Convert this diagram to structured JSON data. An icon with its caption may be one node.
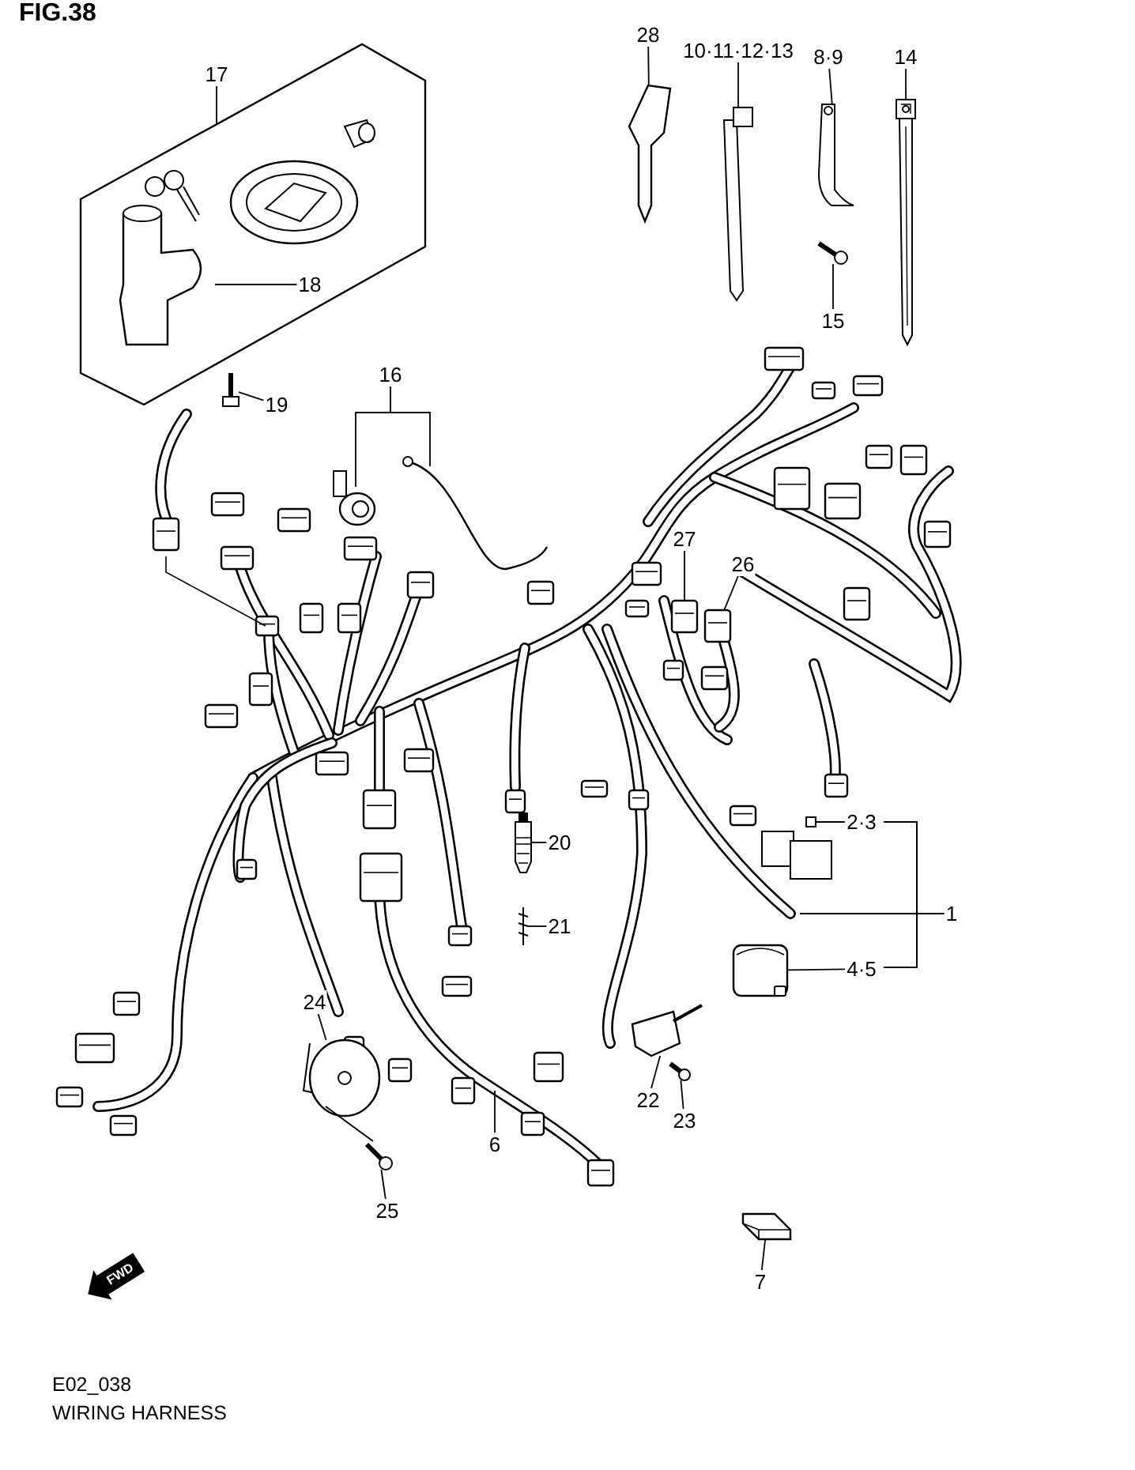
{
  "diagram": {
    "title": "FIG.38",
    "caption": "WIRING HARNESS",
    "nodes": [
      {
        "text": [
          "17"
        ]
      },
      {
        "text": [],
        "shape": "box"
      },
      {
        "text": [
          "18"
        ],
        "in": 1
      },
      {
        "text": [
          "19"
        ]
      },
      {
        "text": [
          "16"
        ]
      },
      {
        "text": [
          "28"
        ]
      },
      {
        "text": [
          "10·11·12·13"
        ]
      },
      {
        "text": [
          "8·9"
        ]
      },
      {
        "text": [
          "14"
        ]
      },
      {
        "text": [
          "15"
        ]
      },
      {
        "text": [
          "27"
        ]
      },
      {
        "text": [
          "26"
        ]
      },
      {
        "text": [
          "20"
        ]
      },
      {
        "text": [
          "2·3"
        ]
      },
      {
        "text": [
          "21"
        ]
      },
      {
        "text": [
          "1"
        ]
      },
      {
        "text": [
          "4·5"
        ]
      },
      {
        "text": [
          "24"
        ]
      },
      {
        "text": [
          "22"
        ]
      },
      {
        "text": [
          "6"
        ]
      },
      {
        "text": [
          "23"
        ]
      },
      {
        "text": [
          "25"
        ]
      },
      {
        "text": [
          "7"
        ]
      },
      {
        "text": [],
        "shape": "picture"
      },
      {
        "text": [],
        "shape": "picture"
      },
      {
        "text": [],
        "shape": "picture"
      },
      {
        "text": [],
        "shape": "picture"
      },
      {
        "text": [],
        "shape": "picture"
      },
      {
        "text": [],
        "shape": "picture"
      },
      {
        "text": [],
        "shape": "picture"
      },
      {
        "text": [],
        "shape": "picture"
      },
      {
        "text": [],
        "shape": "picture"
      },
      {
        "text": [],
        "shape": "picture"
      },
      {
        "text": [],
        "shape": "picture"
      },
      {
        "text": [],
        "shape": "picture"
      },
      {
        "text": [],
        "shape": "picture"
      },
      {
        "text": [],
        "shape": "picture"
      },
      {
        "text": [],
        "shape": "picture"
      },
      {
        "text": [],
        "shape": "picture"
      },
      {
        "text": [],
        "shape": "picture"
      }
    ],
    "edges": [
      {
        "from": 0,
        "to": 1,
        "arrow": "none"
      },
      {
        "from": 2,
        "to": null,
        "arrow": "none"
      },
      {
        "from": 3,
        "to": 39,
        "arrow": "none"
      },
      {
        "from": 4,
        "to": null,
        "arrow": "none"
      },
      {
        "from": 4,
        "to": null,
        "arrow": "none"
      },
      {
        "from": 5,
        "to": 23,
        "arrow": "none"
      },
      {
        "from": 6,
        "to": 24,
        "arrow": "none"
      },
      {
        "from": 7,
        "to": 25,
        "arrow": "none"
      },
      {
        "from": 8,
        "to": 26,
        "arrow": "none"
      },
      {
        "from": 9,
        "to": 27,
        "arrow": "none"
      },
      {
        "from": 10,
        "to": 28,
        "arrow": "none"
      },
      {
        "from": 11,
        "to": 29,
        "arrow": "none"
      },
      {
        "from": 12,
        "to": 30,
        "arrow": "none"
      },
      {
        "from": 13,
        "to": 31,
        "arrow": "none"
      },
      {
        "from": 14,
        "to": 32,
        "arrow": "none"
      },
      {
        "from": 15,
        "to": null,
        "arrow": "none"
      },
      {
        "from": 16,
        "to": 33,
        "arrow": "none"
      },
      {
        "from": 17,
        "to": 34,
        "arrow": "none"
      },
      {
        "from": 18,
        "to": 35,
        "arrow": "none"
      },
      {
        "from": 19,
        "to": null,
        "arrow": "none"
      },
      {
        "from": 20,
        "to": 36,
        "arrow": "none"
      },
      {
        "from": 21,
        "to": 37,
        "arrow": "none"
      },
      {
        "from": 22,
        "to": 38,
        "arrow": "none"
      }
    ],
    "labels": [
      "FWD",
      "E02_038"
    ]
  }
}
